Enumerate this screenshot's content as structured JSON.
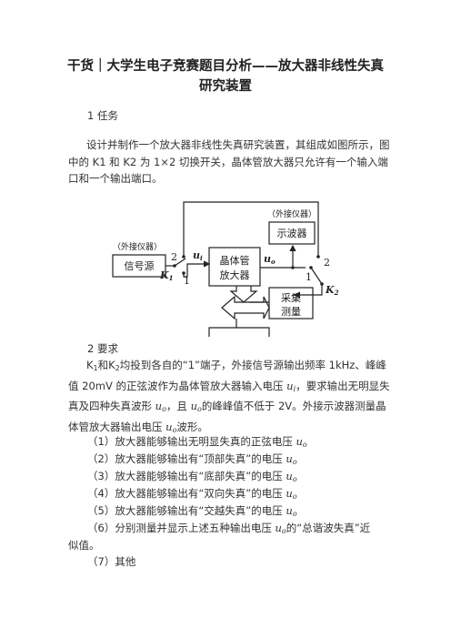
{
  "title": "干货｜大学生电子竞赛题目分析——放大器非线性失真研究装置",
  "section1": {
    "heading": "1 任务",
    "para": "设计并制作一个放大器非线性失真研究装置，其组成如图所示，图中的 K1 和 K2 为 1×2 切换开关，晶体管放大器只允许有一个输入端口和一个输出端口。"
  },
  "diagram": {
    "ext_left": "（外接仪器）",
    "ext_right": "（外接仪器）",
    "signal_source": "信号源",
    "amp_line1": "晶体管",
    "amp_line2": "放大器",
    "scope": "示波器",
    "meas_line1": "采集",
    "meas_line2": "测量",
    "k1": "K",
    "k1_sub": "1",
    "k2": "K",
    "k2_sub": "2",
    "ui": "u",
    "ui_sub": "i",
    "uo": "u",
    "uo_sub": "o",
    "n1_left": "1",
    "n2_left": "2",
    "n1_right": "1",
    "n2_right": "2"
  },
  "section2": {
    "heading": "2 要求",
    "para": {
      "k": "K",
      "k1_sub": "1",
      "and": "和",
      "k2_sub": "2",
      "text1": "均投到各自的“1”端子，外接信号源输出频率 1kHz、峰峰值 20mV 的正弦波作为晶体管放大器输入电压",
      "ui_var": "u",
      "ui_sub": "i",
      "text2": "，要求输出无明显失真及四种失真波形",
      "uo_var": "u",
      "uo_sub": "o",
      "text3": "，且",
      "text4": "的峰峰值不低于 2V。外接示波器测量晶体管放大器输出电压",
      "text5": "波形。"
    },
    "items": [
      "（1）放大器能够输出无明显失真的正弦电压",
      "（2）放大器能够输出有“顶部失真”的电压",
      "（3）放大器能够输出有“底部失真”的电压",
      "（4）放大器能够输出有“双向失真”的电压",
      "（5）放大器能够输出有“交越失真”的电压"
    ],
    "item6a": "（6）分别测量并显示上述五种输出电压",
    "item6b": "的“总谐波失真”近",
    "item6c": "似值。",
    "item7": "（7）其他",
    "uo_var": "u",
    "uo_sub": "o"
  }
}
